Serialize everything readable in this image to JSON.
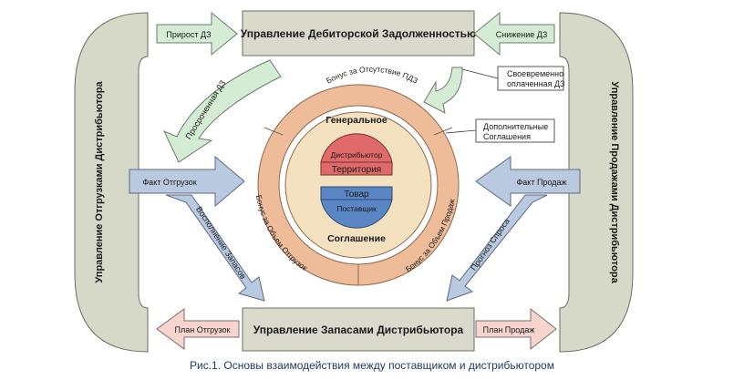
{
  "boxes": {
    "top": "Управление Дебиторской Задолженностью",
    "bottom": "Управление Запасами Дистрибьютора"
  },
  "side_arches": {
    "left": "Управление Отгрузками Дистрибьютора",
    "right": "Управление Продажами Дистрибьютора"
  },
  "arrows": {
    "prirost": "Прирост ДЗ",
    "snizhenie": "Снижение ДЗ",
    "prosrochennaya": "Просроченная ДЗ",
    "fakt_otgruzok": "Факт Отгрузок",
    "fakt_prodazh": "Факт Продаж",
    "vospolnenie": "Восполнение Запасов",
    "prognoz": "Прогноз Спроса",
    "plan_otgruzok": "План Отгрузок",
    "plan_prodazh": "План Продаж"
  },
  "callouts": {
    "timely_1": "Своевременно",
    "timely_2": "оплаченная ДЗ",
    "additional_1": "Дополнительные",
    "additional_2": "Соглашения"
  },
  "ring": {
    "bonus_pdz": "Бонус за Отсутствие ПДЗ",
    "bonus_otgruzok": "Бонус за Объем Отгрузок",
    "bonus_prodazh": "Бонус за Объем Продаж"
  },
  "core": {
    "general": "Генеральное",
    "agreement": "Соглашение",
    "distributor": "Дистрибьютор",
    "territory": "Территория",
    "product": "Товар",
    "supplier": "Поставщик"
  },
  "caption": "Рис.1. Основы взаимодействия между поставщиком и дистрибьютором",
  "colors": {
    "box_fill": "#d9d9cc",
    "arch_fill": "#d6d8c8",
    "arrow_green": "#d3ecd3",
    "arrow_blue": "#b8c9e0",
    "arrow_pink": "#f7d4cc",
    "ring_outer": "#eebc98",
    "ring_inner": "#f3e1bf",
    "red_cap": "#e06969",
    "blue_cap": "#5b86c4"
  }
}
